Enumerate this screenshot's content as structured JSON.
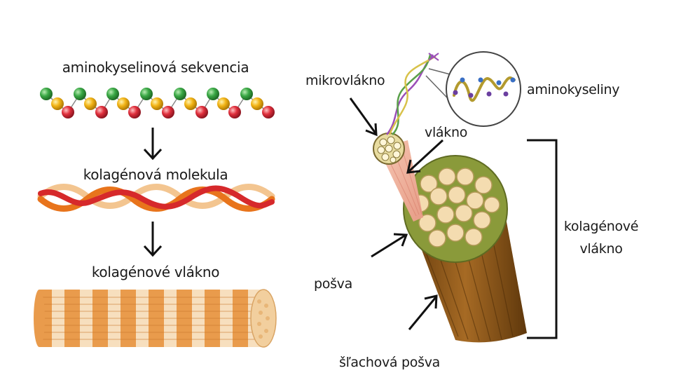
{
  "left_panel": {
    "step1": "aminokyselinová sekvencia",
    "step2": "kolagénová molekula",
    "step3": "kolagénové vlákno"
  },
  "right_panel": {
    "microfibril": "mikrovlákno",
    "amino_acids": "aminokyseliny",
    "fibril": "vlákno",
    "collagen_fiber_line1": "kolagénové",
    "collagen_fiber_line2": "vlákno",
    "sheath": "pošva",
    "tendon_sheath": "šľachová pošva"
  },
  "colors": {
    "green": "#3aa845",
    "yellow": "#f2b416",
    "red": "#e02f3c",
    "tendon": "#8f5a1e",
    "sheath_green": "#8a9a3a",
    "fascicle": "#f4dcb0"
  }
}
